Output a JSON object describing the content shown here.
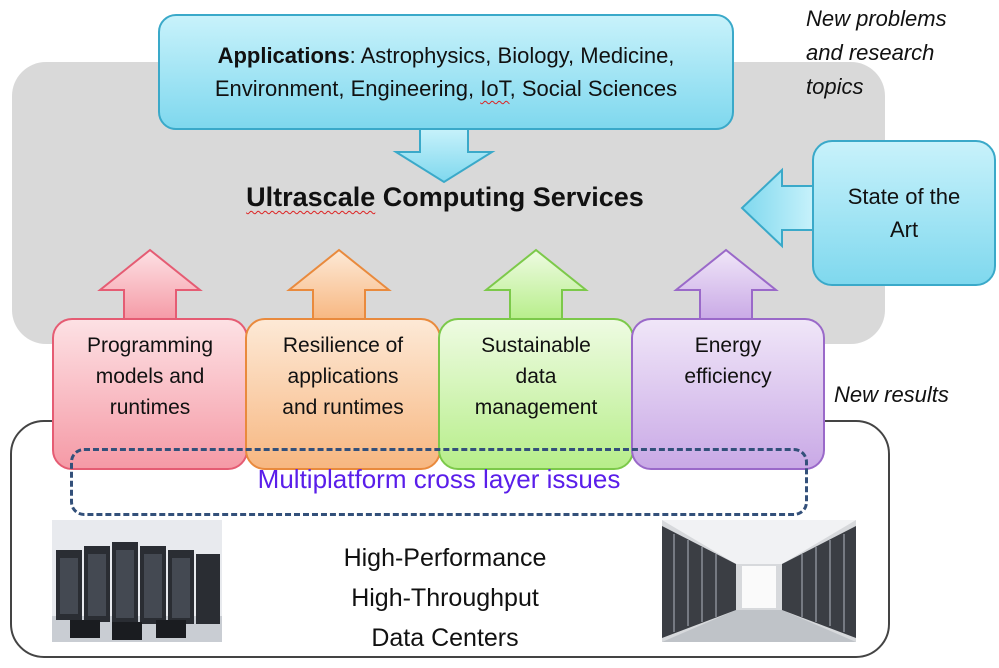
{
  "applications": {
    "label": "Applications",
    "line1_rest": ": Astrophysics, Biology, Medicine,",
    "line2_pre": "Environment, Engineering, ",
    "line2_iot": "IoT",
    "line2_post": ", Social Sciences"
  },
  "center": {
    "ultrascale_word": "Ultrascale",
    "rest": " Computing Services"
  },
  "notes": {
    "new_problems": [
      "New problems",
      "and research",
      "topics"
    ],
    "new_results": "New results"
  },
  "state_of_art": {
    "line1": "State of the",
    "line2": "Art"
  },
  "layers": [
    {
      "lines": [
        "Programming",
        "models and",
        "runtimes"
      ],
      "color": "#f47c8e"
    },
    {
      "lines": [
        "Resilience of",
        "applications",
        "and runtimes"
      ],
      "color": "#f5a45c"
    },
    {
      "lines": [
        "Sustainable",
        "data",
        "management"
      ],
      "color": "#a6e372"
    },
    {
      "lines": [
        "Energy",
        "efficiency"
      ],
      "color": "#b996dd"
    }
  ],
  "cross_layer": "Multiplatform cross layer issues",
  "infrastructure": [
    "High-Performance",
    "High-Throughput",
    "Data Centers"
  ],
  "colors": {
    "cross_text": "#5a1eea",
    "dashed_border": "#33507a",
    "cyan": "#7fd8ee"
  }
}
